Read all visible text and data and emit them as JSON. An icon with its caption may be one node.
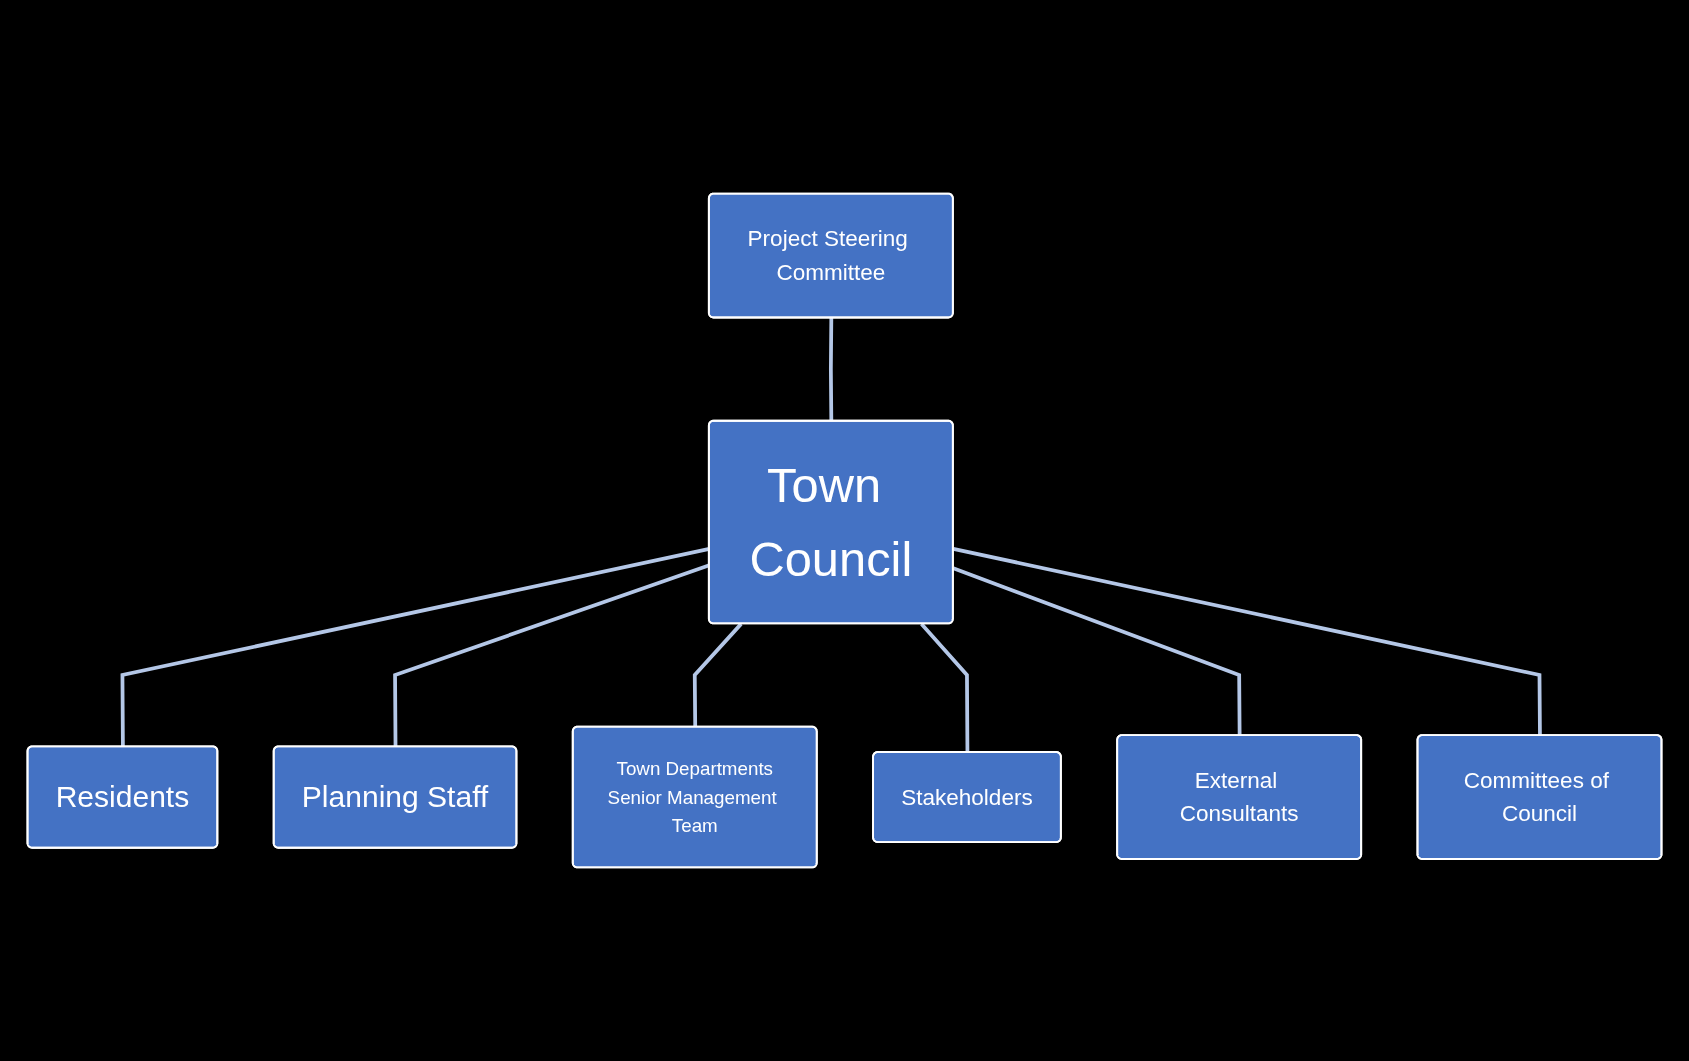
{
  "diagram": {
    "nodes": [
      {
        "text": [
          "Project Steering Committee"
        ]
      },
      {
        "text": [
          "Residents"
        ]
      },
      {
        "text": [
          "Planning Staff"
        ]
      },
      {
        "text": [
          "Town Council"
        ]
      },
      {
        "text": [
          "Town Departments",
          "Senior Management Team"
        ]
      },
      {
        "text": [
          "Stakeholders"
        ]
      },
      {
        "text": [
          "External Consultants"
        ]
      },
      {
        "text": [
          "Committees of Council"
        ]
      }
    ],
    "edges": [
      {
        "from": 0,
        "to": 3,
        "arrow": "none"
      },
      {
        "from": 3,
        "to": 1,
        "arrow": "none"
      },
      {
        "from": 3,
        "to": 2,
        "arrow": "none"
      },
      {
        "from": 3,
        "to": 4,
        "arrow": "none"
      },
      {
        "from": 3,
        "to": 5,
        "arrow": "none"
      },
      {
        "from": 3,
        "to": 6,
        "arrow": "none"
      },
      {
        "from": 3,
        "to": 7,
        "arrow": "none"
      }
    ]
  }
}
